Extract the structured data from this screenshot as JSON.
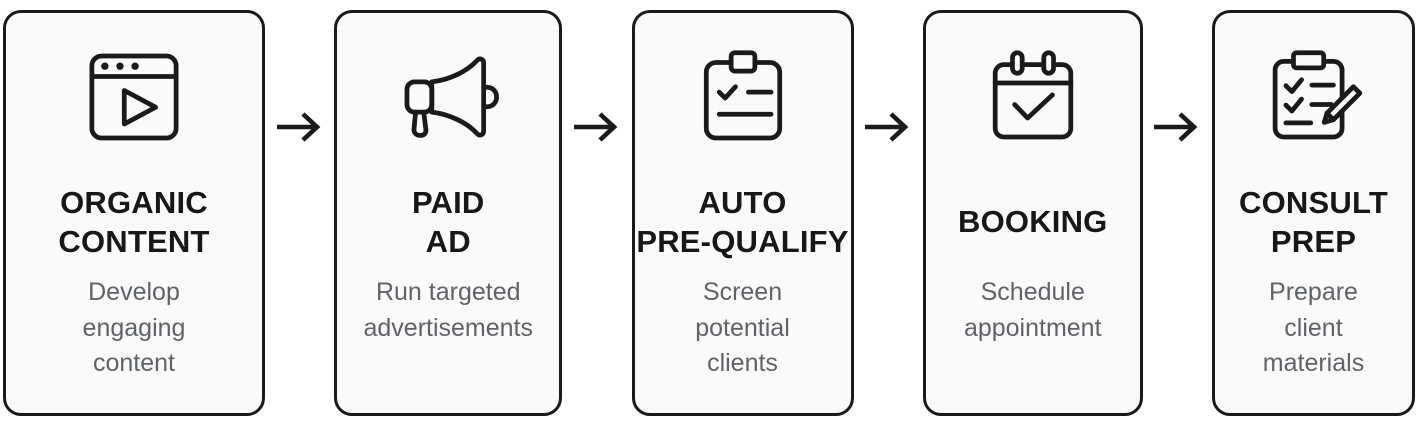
{
  "diagram": {
    "type": "horizontal-process-flow",
    "background_color": "#ffffff",
    "card_background_color": "#fafafa",
    "border_color": "#1a1a1a",
    "title_color": "#171717",
    "description_color": "#5f6368",
    "arrow_symbol": "→",
    "steps": [
      {
        "index": 1,
        "icon": "video-window-play-icon",
        "title_lines": [
          "ORGANIC",
          "CONTENT"
        ],
        "desc_lines": [
          "Develop",
          "engaging",
          "content"
        ]
      },
      {
        "index": 2,
        "icon": "megaphone-icon",
        "title_lines": [
          "PAID",
          "AD"
        ],
        "desc_lines": [
          "Run targeted",
          "advertisements"
        ]
      },
      {
        "index": 3,
        "icon": "clipboard-checklist-icon",
        "title_lines": [
          "AUTO",
          "PRE-QUALIFY"
        ],
        "desc_lines": [
          "Screen",
          "potential",
          "clients"
        ]
      },
      {
        "index": 4,
        "icon": "calendar-check-icon",
        "title_lines": [
          "BOOKING"
        ],
        "desc_lines": [
          "Schedule",
          "appointment"
        ]
      },
      {
        "index": 5,
        "icon": "clipboard-pencil-icon",
        "title_lines": [
          "CONSULT",
          "PREP"
        ],
        "desc_lines": [
          "Prepare",
          "client",
          "materials"
        ]
      }
    ],
    "arrows": [
      {
        "index": 1,
        "from_step": 1,
        "to_step": 2,
        "label": "arrow-right"
      },
      {
        "index": 2,
        "from_step": 2,
        "to_step": 3,
        "label": "arrow-right"
      },
      {
        "index": 3,
        "from_step": 3,
        "to_step": 4,
        "label": "arrow-right"
      },
      {
        "index": 4,
        "from_step": 4,
        "to_step": 5,
        "label": "arrow-right"
      }
    ]
  }
}
